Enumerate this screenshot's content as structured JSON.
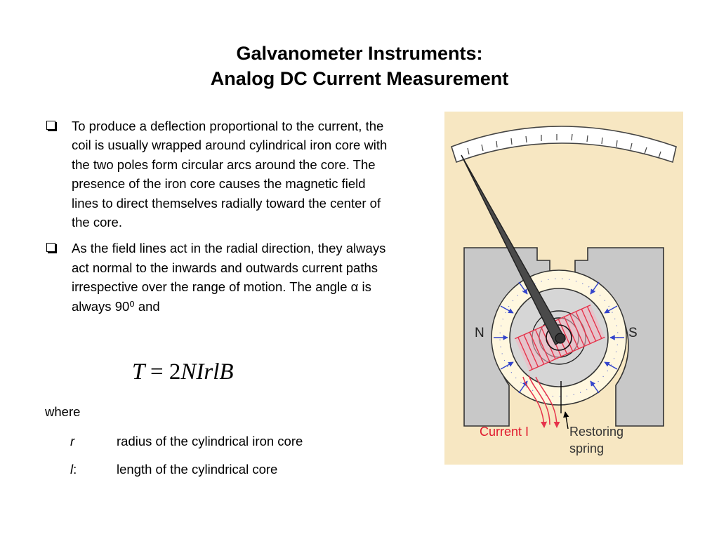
{
  "slide": {
    "title_line1": "Galvanometer Instruments:",
    "title_line2": "Analog DC Current Measurement"
  },
  "bullets": [
    {
      "text": "To produce a deflection proportional to the current, the coil is usually wrapped around cylindrical iron core  with the two poles form circular arcs around the core.  The presence of the iron core causes the magnetic field lines to direct themselves radially toward the center of the core."
    },
    {
      "text": "As the field lines act in the radial direction, they always act normal to the inwards and outwards current paths irrespective over the range of motion.  The angle α is always 90⁰ and"
    }
  ],
  "equation": {
    "lhs": "T",
    "eq": "=",
    "two": "2",
    "rhs": "NIrlB"
  },
  "where_label": "where",
  "definitions": [
    {
      "symbol": "r",
      "suffix": "",
      "text": "radius of the cylindrical iron core"
    },
    {
      "symbol": "l",
      "suffix": ":",
      "text": "length of the cylindrical core"
    }
  ],
  "figure": {
    "label_n": "N",
    "label_s": "S",
    "label_current": "Current I",
    "label_restoring_1": "Restoring",
    "label_restoring_2": "spring",
    "colors": {
      "background": "#f7e7c2",
      "pole": "#c8c8c8",
      "core": "#d6d6d6",
      "gap": "#fff7df",
      "coil": "#e6334b",
      "field_arrow": "#3344cc",
      "needle": "#4a4a4a",
      "current_label": "#e0182d"
    }
  }
}
